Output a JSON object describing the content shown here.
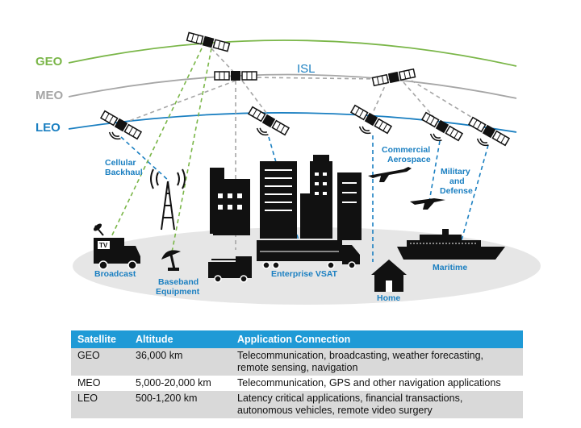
{
  "orbits": {
    "geo": {
      "label": "GEO",
      "color": "#7ab648"
    },
    "meo": {
      "label": "MEO",
      "color": "#a6a6a6"
    },
    "leo": {
      "label": "LEO",
      "color": "#1a7fc1"
    }
  },
  "isl_label": "ISL",
  "captions": {
    "cellular_1": "Cellular",
    "cellular_2": "Backhaul",
    "commercial_1": "Commercial",
    "commercial_2": "Aerospace",
    "military_1": "Military",
    "military_2": "and",
    "military_3": "Defense",
    "broadcast": "Broadcast",
    "baseband_1": "Baseband",
    "baseband_2": "Equipment",
    "enterprise": "Enterprise VSAT",
    "home": "Home",
    "maritime": "Maritime",
    "tv": "TV"
  },
  "table": {
    "headers": [
      "Satellite",
      "Altitude",
      "Application Connection"
    ],
    "rows": [
      {
        "sat": "GEO",
        "alt": "36,000 km",
        "app1": "Telecommunication, broadcasting, weather forecasting,",
        "app2": "remote sensing, navigation"
      },
      {
        "sat": "MEO",
        "alt": "5,000-20,000 km",
        "app1": "Telecommunication, GPS and other navigation applications",
        "app2": ""
      },
      {
        "sat": "LEO",
        "alt": "500-1,200 km",
        "app1": "Latency critical applications, financial transactions,",
        "app2": "autonomous vehicles, remote video surgery"
      }
    ]
  },
  "colors": {
    "header_bg": "#1f9ad6",
    "row_shade": "#d9d9d9",
    "accent": "#1a7fc1",
    "ground": "#e6e6e6"
  }
}
